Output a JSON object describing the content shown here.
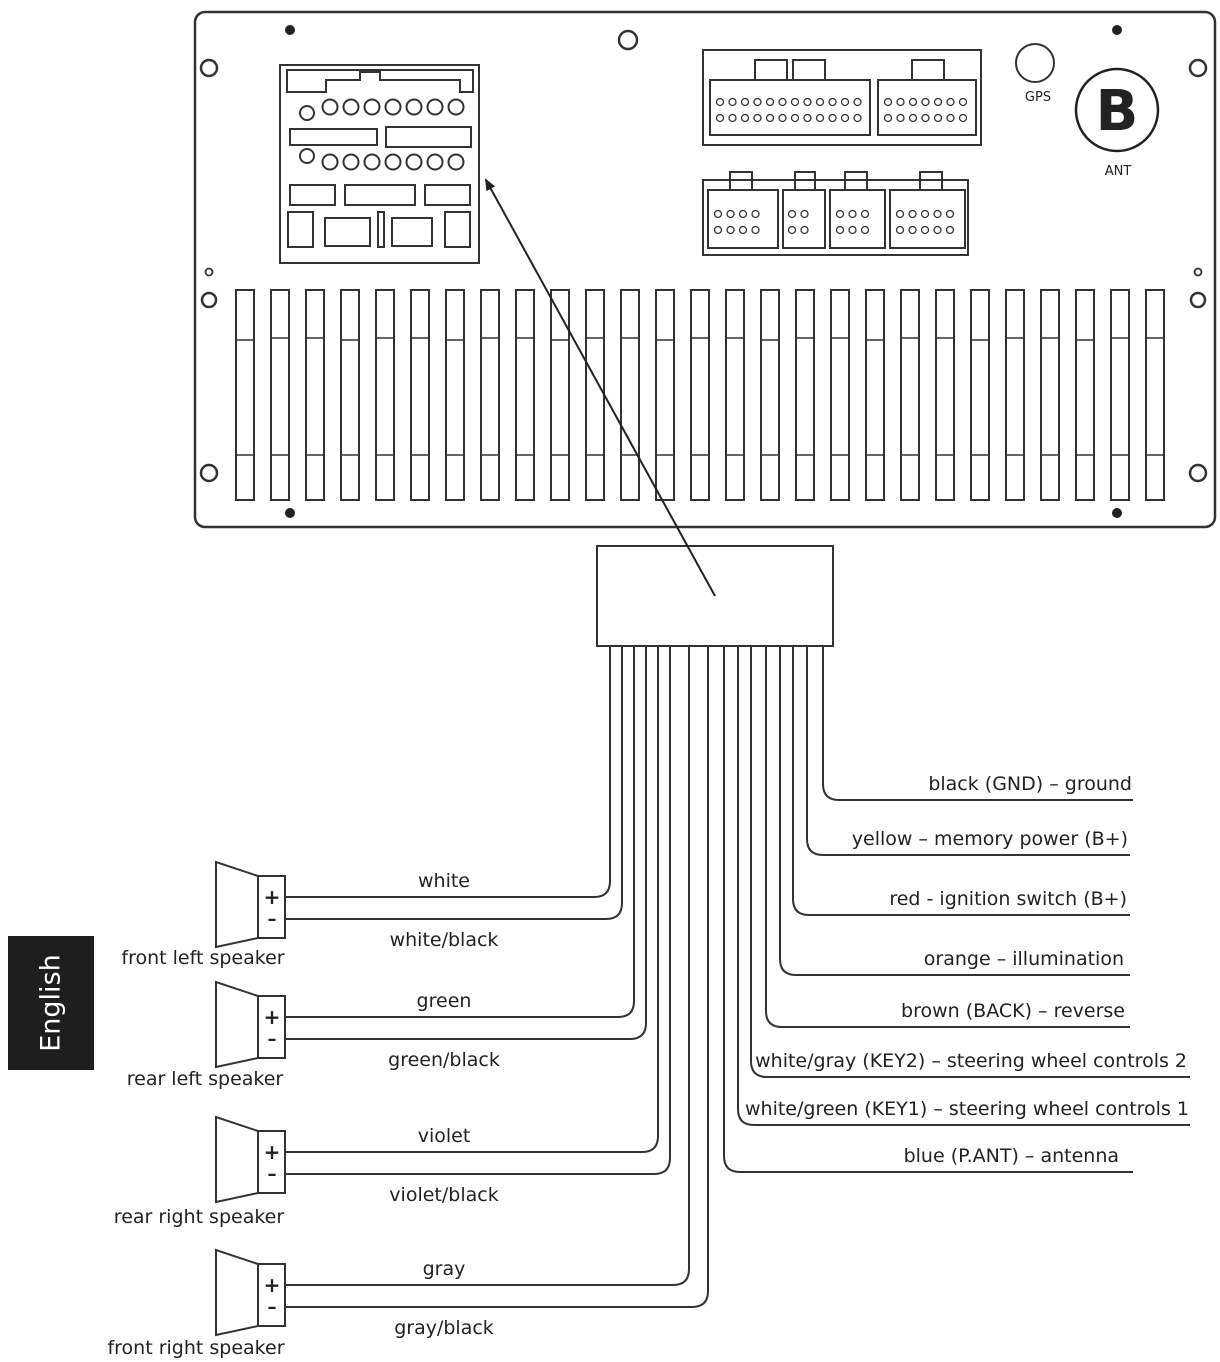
{
  "language_tab": "English",
  "connector_labels": {
    "gps": "GPS",
    "ant": "ANT",
    "ant_badge": "B"
  },
  "right_wires": [
    {
      "label": "black (GND) – ground"
    },
    {
      "label": "yellow – memory power (B+)"
    },
    {
      "label": "red -  ignition switch (B+)"
    },
    {
      "label": "orange – illumination"
    },
    {
      "label": "brown (BACK) – reverse"
    },
    {
      "label": "white/gray (KEY2) – steering wheel controls 2"
    },
    {
      "label": "white/green (KEY1) – steering wheel controls 1"
    },
    {
      "label": "blue (P.ANT) – antenna"
    }
  ],
  "speakers": [
    {
      "name": "front left speaker",
      "plus_wire": "white",
      "minus_wire": "white/black"
    },
    {
      "name": "rear left speaker",
      "plus_wire": "green",
      "minus_wire": "green/black"
    },
    {
      "name": "rear right speaker",
      "plus_wire": "violet",
      "minus_wire": "violet/black"
    },
    {
      "name": "front right speaker",
      "plus_wire": "gray",
      "minus_wire": "gray/black"
    }
  ],
  "terminal_symbols": {
    "plus": "+",
    "minus": "–"
  }
}
